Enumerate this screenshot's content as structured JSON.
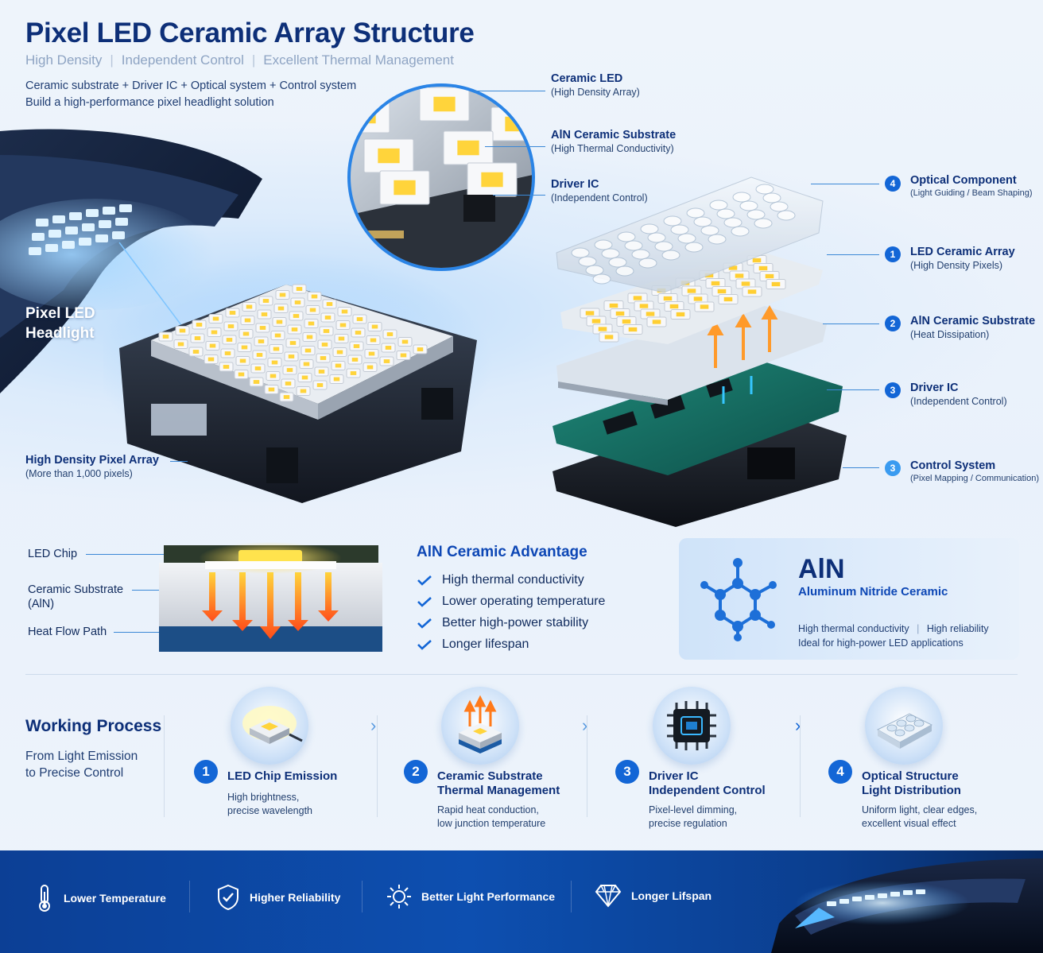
{
  "header": {
    "title": "Pixel LED Ceramic Array Structure",
    "subtitle_parts": [
      "High Density",
      "Independent Control",
      "Excellent Thermal Management"
    ],
    "separator": "|",
    "desc_line1": "Ceramic substrate + Driver IC + Optical system + Control system",
    "desc_line2": "Build a high-performance pixel headlight solution"
  },
  "hero": {
    "headlight_label_line1": "Pixel LED",
    "headlight_label_line2": "Headlight",
    "pixel_array_title": "High Density Pixel Array",
    "pixel_array_sub": "(More than 1,000 pixels)",
    "zoom_callouts": [
      {
        "title": "Ceramic LED",
        "sub": "(High Density Array)"
      },
      {
        "title": "AlN Ceramic Substrate",
        "sub": "(High Thermal Conductivity)"
      },
      {
        "title": "Driver IC",
        "sub": "(Independent Control)"
      }
    ],
    "layer_callouts": [
      {
        "num": "4",
        "title": "Optical Component",
        "sub": "(Light Guiding / Beam Shaping)"
      },
      {
        "num": "1",
        "title": "LED Ceramic Array",
        "sub": "(High Density Pixels)"
      },
      {
        "num": "2",
        "title": "AlN Ceramic Substrate",
        "sub": "(Heat Dissipation)"
      },
      {
        "num": "3",
        "title": "Driver IC",
        "sub": "(Independent Control)"
      },
      {
        "num": "3",
        "title": "Control System",
        "sub": "(Pixel Mapping / Communication)"
      }
    ]
  },
  "heat_diagram": {
    "led_chip": "LED Chip",
    "substrate_line1": "Ceramic Substrate",
    "substrate_line2": "(AlN)",
    "heat_flow": "Heat Flow Path"
  },
  "advantage": {
    "title": "AlN Ceramic Advantage",
    "items": [
      "High thermal conductivity",
      "Lower operating temperature",
      "Better high-power stability",
      "Longer lifespan"
    ]
  },
  "ain_card": {
    "symbol": "AlN",
    "name": "Aluminum Nitride Ceramic",
    "line1_a": "High thermal conductivity",
    "line1_sep": "|",
    "line1_b": "High reliability",
    "line2": "Ideal for high-power LED applications"
  },
  "process": {
    "title": "Working Process",
    "sub_line1": "From Light Emission",
    "sub_line2": "to Precise Control",
    "arrow": "›",
    "steps": [
      {
        "num": "1",
        "title1": "LED Chip Emission",
        "title2": "",
        "desc1": "High brightness,",
        "desc2": "precise wavelength"
      },
      {
        "num": "2",
        "title1": "Ceramic Substrate",
        "title2": "Thermal Management",
        "desc1": "Rapid heat conduction,",
        "desc2": "low junction temperature"
      },
      {
        "num": "3",
        "title1": "Driver IC",
        "title2": "Independent Control",
        "desc1": "Pixel-level dimming,",
        "desc2": "precise regulation"
      },
      {
        "num": "4",
        "title1": "Optical Structure",
        "title2": "Light Distribution",
        "desc1": "Uniform light, clear edges,",
        "desc2": "excellent visual effect"
      }
    ]
  },
  "footer": {
    "features": [
      {
        "icon": "thermometer-icon",
        "label": "Lower Temperature"
      },
      {
        "icon": "shield-check-icon",
        "label": "Higher Reliability"
      },
      {
        "icon": "sun-icon",
        "label": "Better Light Performance"
      },
      {
        "icon": "diamond-icon",
        "label": "Longer Lifspan"
      }
    ]
  },
  "colors": {
    "brand_dark": "#0d2f78",
    "accent_blue": "#1366d6",
    "footer_blue": "#0d4fb0",
    "led_yellow": "#ffd43b"
  }
}
